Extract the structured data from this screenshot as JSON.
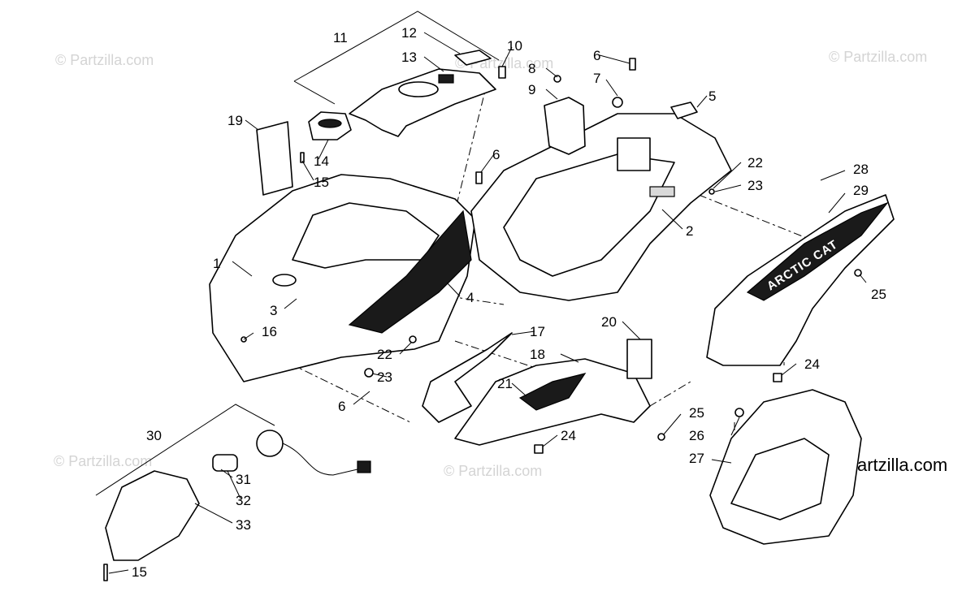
{
  "watermark": "© Partzilla.com",
  "brand_text": "ARCTIC CAT",
  "callouts": [
    "1",
    "2",
    "3",
    "4",
    "5",
    "6",
    "7",
    "8",
    "9",
    "10",
    "11",
    "12",
    "13",
    "14",
    "15",
    "16",
    "17",
    "18",
    "19",
    "20",
    "21",
    "22",
    "23",
    "24",
    "25",
    "26",
    "27",
    "28",
    "29",
    "30",
    "31",
    "32",
    "33"
  ]
}
